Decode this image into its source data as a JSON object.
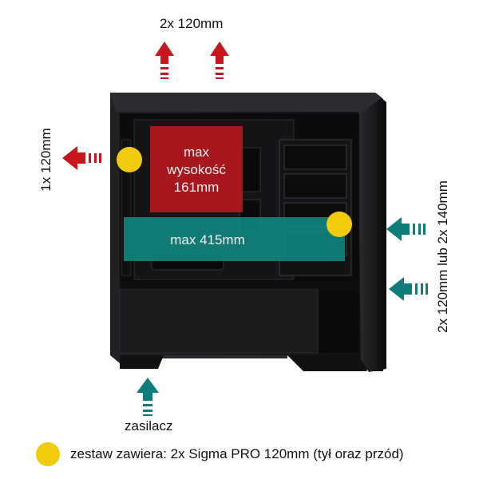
{
  "labels": {
    "top_exhaust": "2x 120mm",
    "rear_exhaust": "1x 120mm",
    "front_intake": "2x 120mm lub 2x 140mm",
    "psu": "zasilacz",
    "cooler_height_line1": "max",
    "cooler_height_line2": "wysokość",
    "cooler_height_line3": "161mm",
    "gpu_length": "max 415mm",
    "legend_text": "zestaw zawiera: 2x Sigma PRO 120mm (tył oraz przód)"
  },
  "colors": {
    "exhaust_arrow": "#c8161d",
    "intake_arrow": "#0d7c7a",
    "cooler_zone": "#c0171e",
    "gpu_zone": "#0f8a85",
    "included_fan_marker": "#f2cc0c",
    "case_body": "#1b1c1e"
  },
  "icons": {
    "exhaust": "arrow-exhaust-icon",
    "intake": "arrow-intake-icon",
    "fan_marker": "yellow-dot-icon"
  }
}
